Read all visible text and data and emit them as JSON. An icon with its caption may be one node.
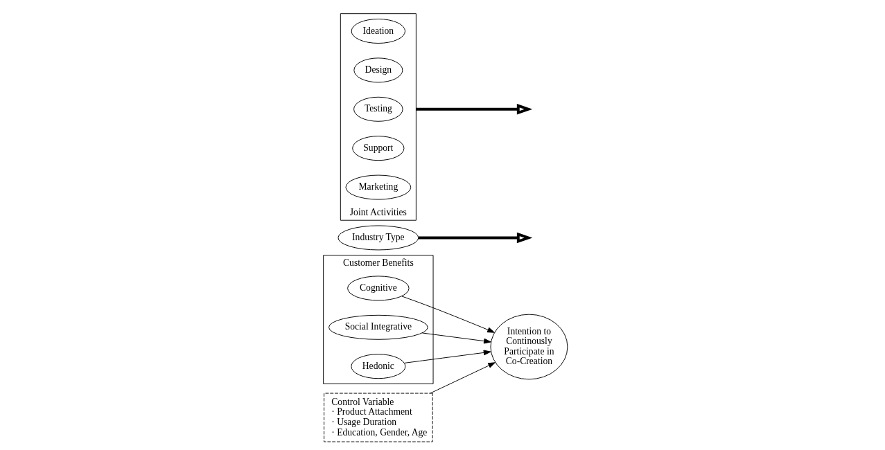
{
  "diagram": {
    "nodes": [
      {
        "text": [
          "Customer Benefits"
        ]
      },
      {
        "text": [
          "Cognitive"
        ],
        "in": 0
      },
      {
        "text": [
          "Social Integrative"
        ],
        "in": 0
      },
      {
        "text": [
          "Hedonic"
        ],
        "in": 0
      },
      {
        "text": [
          "Industry Type"
        ]
      },
      {
        "text": [
          "Control Variable",
          "· Product Attachment",
          "· Usage Duration",
          "· Education, Gender, Age"
        ]
      },
      {
        "text": [
          "Intention to Continously Participate in Co-Creation"
        ]
      },
      {
        "text": [
          "Joint Activities"
        ]
      },
      {
        "text": [
          "Ideation"
        ],
        "in": 7
      },
      {
        "text": [
          "Design"
        ],
        "in": 7
      },
      {
        "text": [
          "Testing"
        ],
        "in": 7
      },
      {
        "text": [
          "Support"
        ],
        "in": 7
      },
      {
        "text": [
          "Marketing"
        ],
        "in": 7
      }
    ],
    "edges": [
      {
        "from": 1,
        "to": 6,
        "arrow": "to"
      },
      {
        "from": 2,
        "to": 6,
        "arrow": "to"
      },
      {
        "from": 3,
        "to": 6,
        "arrow": "to"
      },
      {
        "from": 5,
        "to": 6,
        "arrow": "to"
      },
      {
        "from": 4,
        "to": null,
        "arrow": "to",
        "style": "thick"
      },
      {
        "from": 7,
        "to": null,
        "arrow": "to",
        "style": "thick"
      }
    ]
  }
}
